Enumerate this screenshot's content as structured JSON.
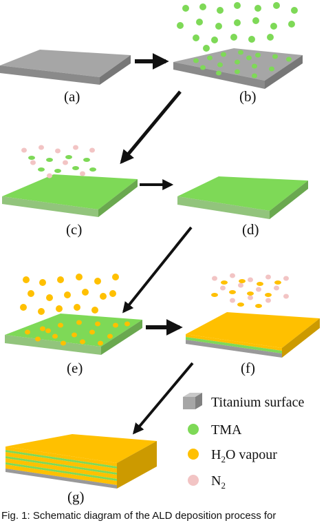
{
  "steps": {
    "a": "(a)",
    "b": "(b)",
    "c": "(c)",
    "d": "(d)",
    "e": "(e)",
    "f": "(f)",
    "g": "(g)"
  },
  "legend": {
    "titanium": "Titanium surface",
    "tma": "TMA",
    "h2o_main": "H",
    "h2o_sub": "2",
    "h2o_rest": "O vapour",
    "n2_main": "N",
    "n2_sub": "2"
  },
  "colors": {
    "titanium": "#a6a6a6",
    "tma": "#7ed957",
    "h2o": "#ffc000",
    "n2": "#f2c4c4",
    "arrow": "#111111"
  },
  "caption": "Fig. 1: Schematic diagram of the ALD deposition process for"
}
